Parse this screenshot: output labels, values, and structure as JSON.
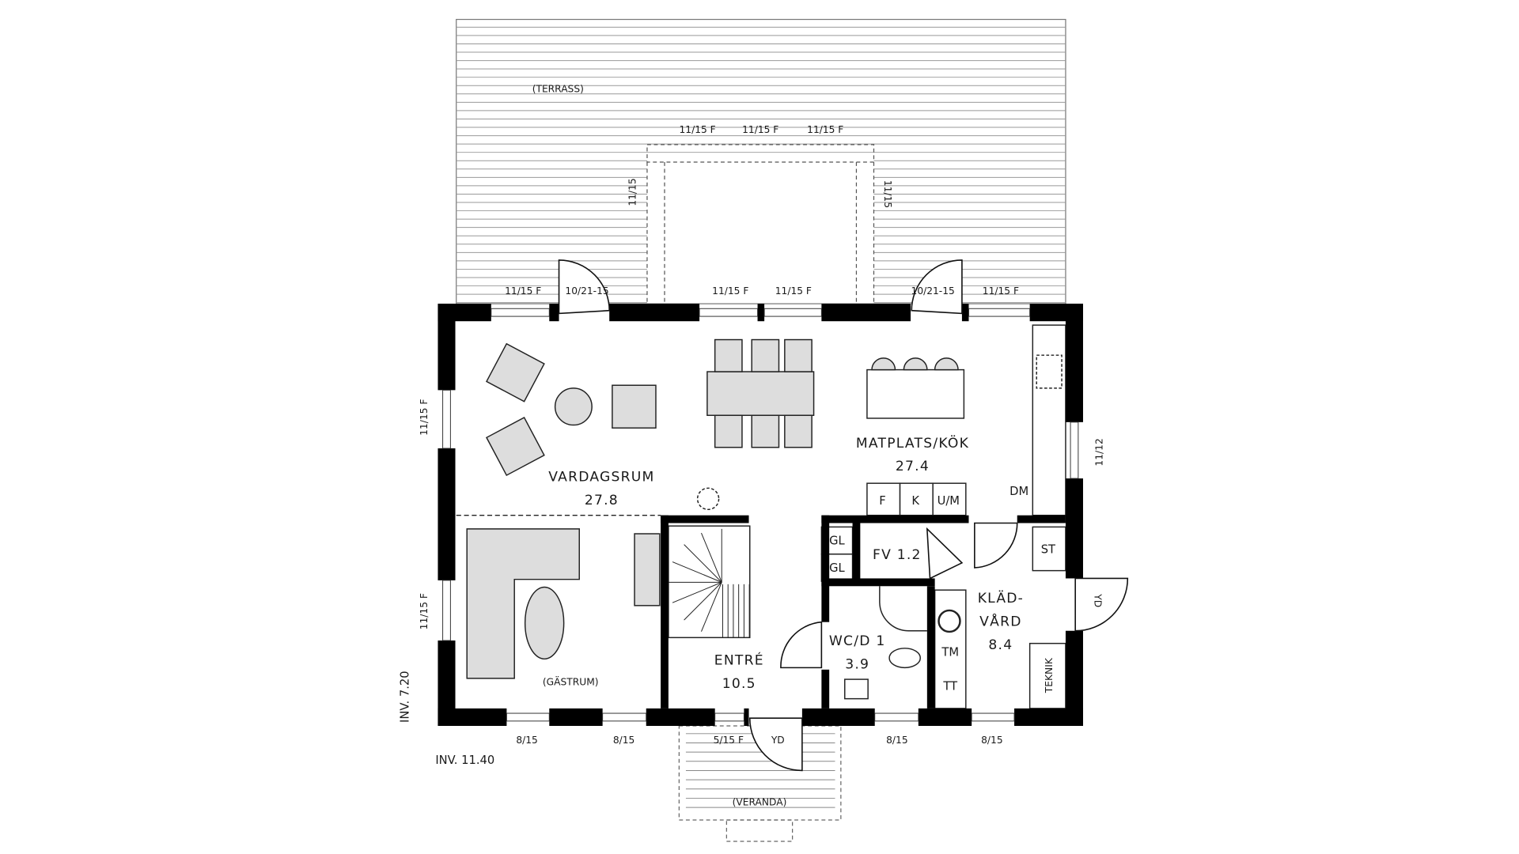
{
  "plan": {
    "terrace": "(TERRASS)",
    "veranda": "(VERANDA)",
    "levels": {
      "inv_a": "INV. 7.20",
      "inv_b": "INV. 11.40"
    },
    "rooms": {
      "vardagsrum": {
        "name": "VARDAGSRUM",
        "area": "27.8"
      },
      "matplats": {
        "name": "MATPLATS/KÖK",
        "area": "27.4"
      },
      "entre": {
        "name": "ENTRÉ",
        "area": "10.5"
      },
      "wc": {
        "name": "WC/D 1",
        "area": "3.9"
      },
      "fv": {
        "name": "FV 1.2"
      },
      "kladvard": {
        "name1": "KLÄD-",
        "name2": "VÅRD",
        "area": "8.4"
      },
      "gastrum": {
        "name": "(GÄSTRUM)"
      }
    },
    "fixtures": {
      "f": "F",
      "k": "K",
      "um": "U/M",
      "dm": "DM",
      "gl1": "GL",
      "gl2": "GL",
      "st": "ST",
      "tm": "TM",
      "tt": "TT",
      "teknik": "TEKNIK",
      "yd_side": "YD",
      "yd_front": "YD"
    },
    "windows": {
      "pergola_top": [
        "11/15 F",
        "11/15 F",
        "11/15 F"
      ],
      "pergola_left": "11/15",
      "pergola_right": "11/15",
      "north": [
        "11/15 F",
        "10/21-15",
        "11/15 F",
        "11/15 F",
        "10/21-15",
        "11/15 F"
      ],
      "west": [
        "11/15 F",
        "11/15 F"
      ],
      "east": "11/12",
      "south": [
        "8/15",
        "8/15",
        "5/15 F",
        "8/15",
        "8/15"
      ]
    }
  }
}
